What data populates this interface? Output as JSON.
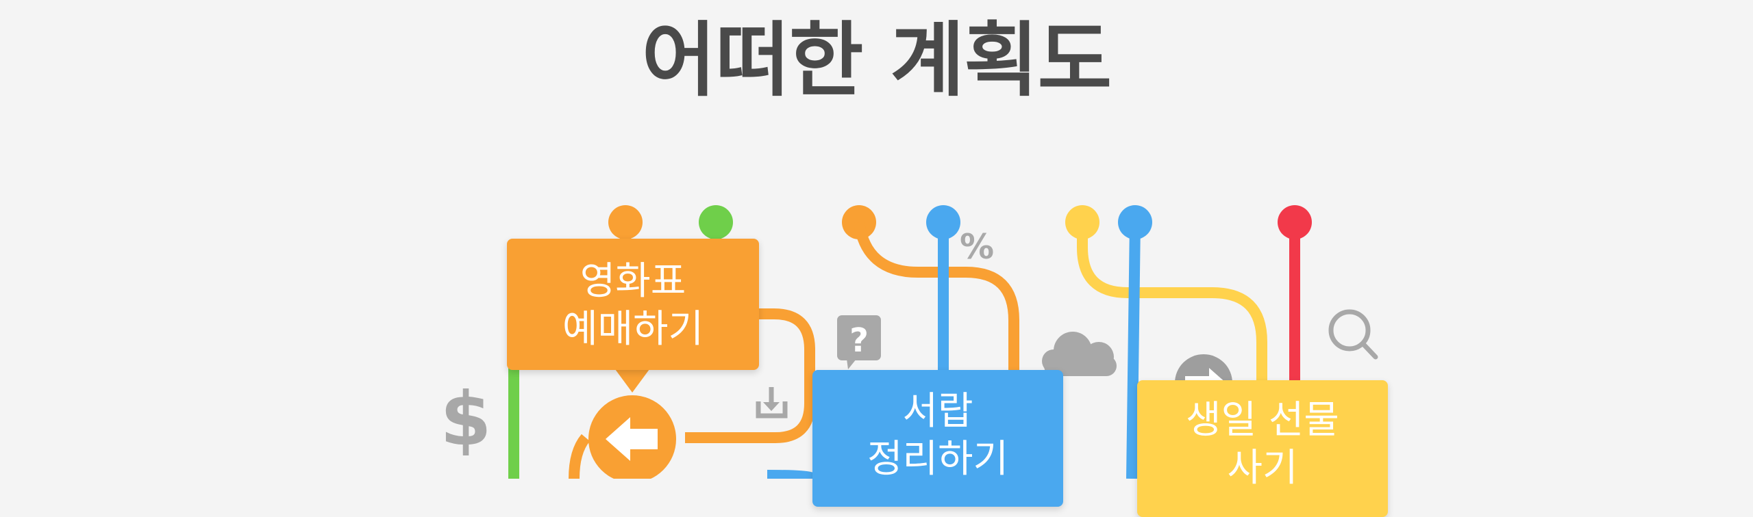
{
  "title": "어떠한 계획도",
  "cards": {
    "ticket": {
      "line1": "영화표",
      "line2": "예매하기"
    },
    "drawer": {
      "line1": "서랍",
      "line2": "정리하기"
    },
    "gift": {
      "line1": "생일 선물",
      "line2": "사기"
    }
  },
  "symbols": {
    "dollar": "$",
    "percent": "%",
    "question": "?"
  },
  "colors": {
    "orange": "#f9a033",
    "green": "#6fcf4a",
    "blue": "#4aa8ef",
    "yellow": "#ffd24d",
    "red": "#f2394a",
    "gray": "#a8a8a8",
    "title": "#4a4a4a"
  },
  "icons": [
    "dollar-icon",
    "percent-icon",
    "question-icon",
    "download-icon",
    "cloud-icon",
    "search-icon",
    "arrow-left-icon",
    "arrow-right-icon"
  ]
}
